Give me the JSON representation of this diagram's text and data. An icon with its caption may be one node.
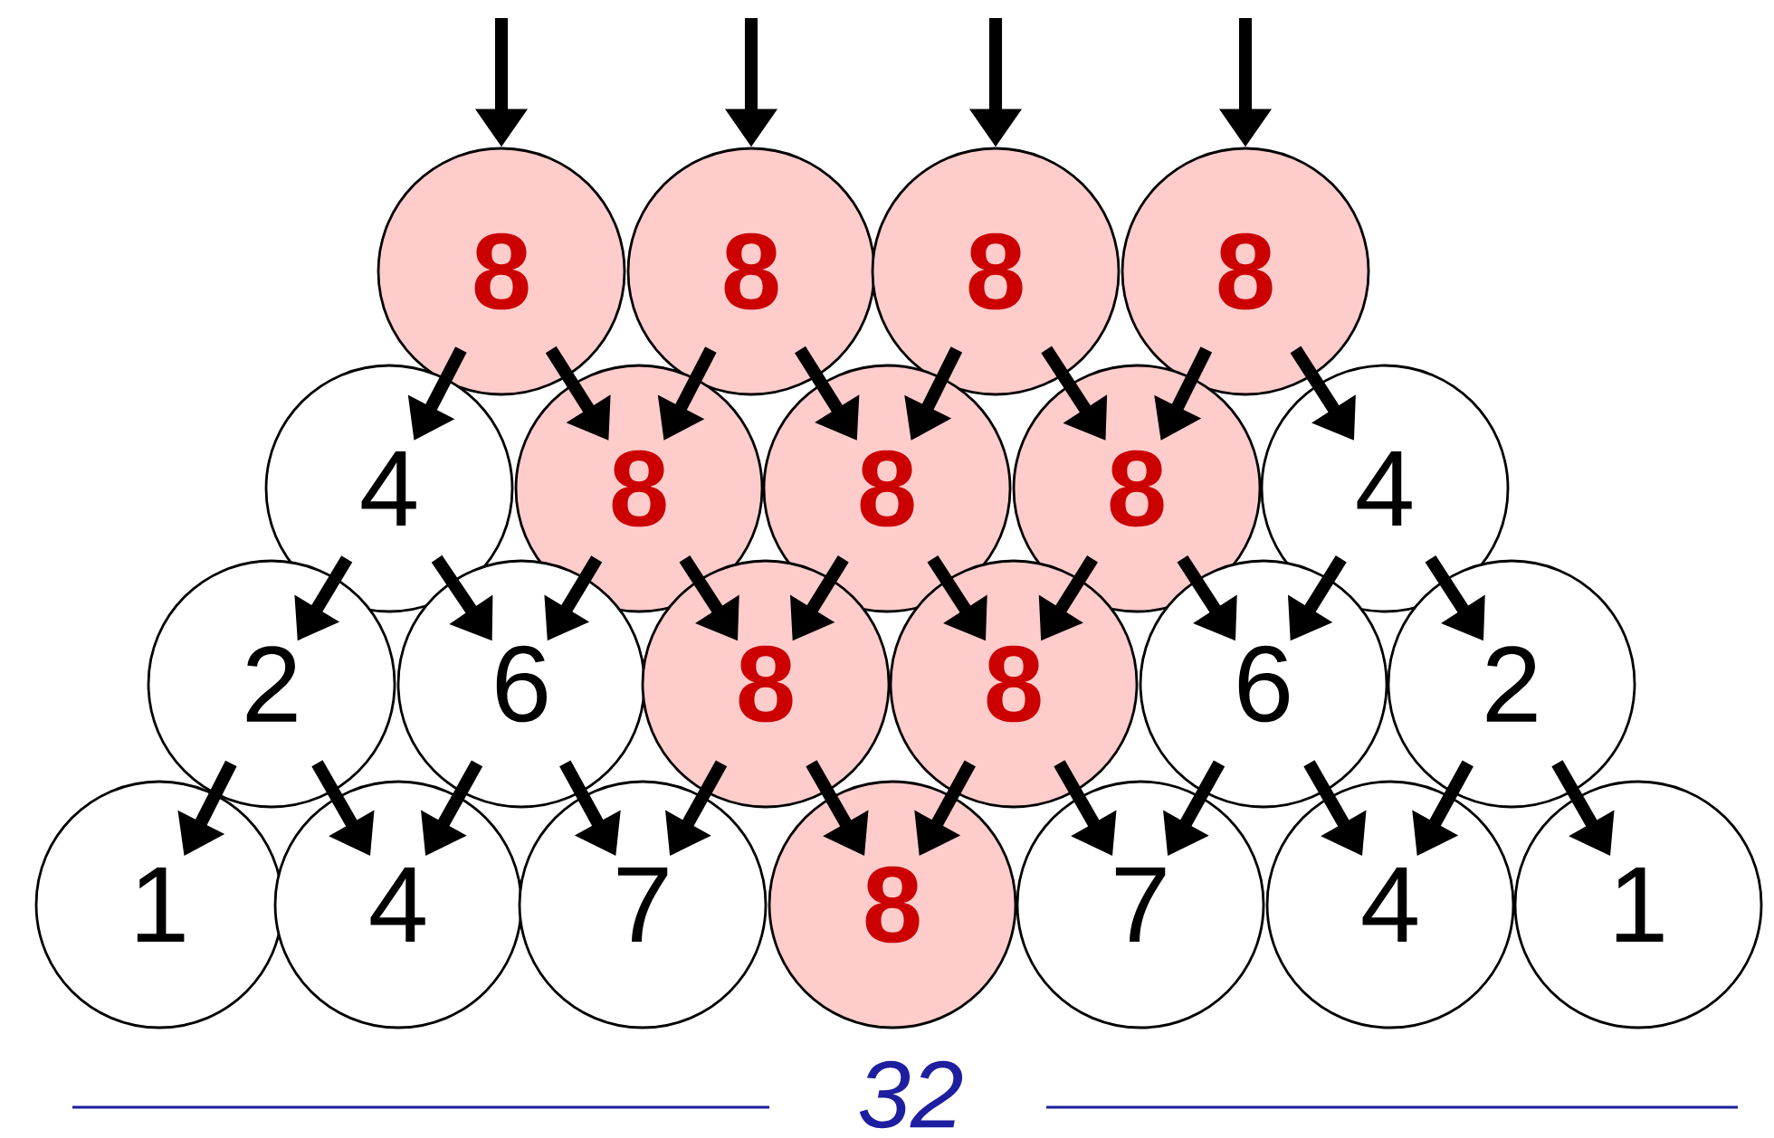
{
  "diagram": {
    "nodes": [
      {
        "text": [
          "8"
        ]
      },
      {
        "text": [
          "8"
        ]
      },
      {
        "text": [
          "8"
        ]
      },
      {
        "text": [
          "8"
        ]
      },
      {
        "text": [
          "4"
        ]
      },
      {
        "text": [
          "8"
        ]
      },
      {
        "text": [
          "8"
        ]
      },
      {
        "text": [
          "8"
        ]
      },
      {
        "text": [
          "4"
        ]
      },
      {
        "text": [
          "2"
        ]
      },
      {
        "text": [
          "6"
        ]
      },
      {
        "text": [
          "8"
        ]
      },
      {
        "text": [
          "8"
        ]
      },
      {
        "text": [
          "6"
        ]
      },
      {
        "text": [
          "2"
        ]
      },
      {
        "text": [
          "1"
        ]
      },
      {
        "text": [
          "4"
        ]
      },
      {
        "text": [
          "7"
        ]
      },
      {
        "text": [
          "8"
        ]
      },
      {
        "text": [
          "7"
        ]
      },
      {
        "text": [
          "4"
        ]
      },
      {
        "text": [
          "1"
        ]
      }
    ],
    "edges": [
      {
        "from": null,
        "to": 0,
        "arrow": "to"
      },
      {
        "from": null,
        "to": 1,
        "arrow": "to"
      },
      {
        "from": null,
        "to": 2,
        "arrow": "to"
      },
      {
        "from": null,
        "to": 3,
        "arrow": "to"
      },
      {
        "from": 0,
        "to": 4,
        "arrow": "to"
      },
      {
        "from": 0,
        "to": 5,
        "arrow": "to"
      },
      {
        "from": 1,
        "to": 5,
        "arrow": "to"
      },
      {
        "from": 1,
        "to": 6,
        "arrow": "to"
      },
      {
        "from": 2,
        "to": 6,
        "arrow": "to"
      },
      {
        "from": 2,
        "to": 7,
        "arrow": "to"
      },
      {
        "from": 3,
        "to": 7,
        "arrow": "to"
      },
      {
        "from": 3,
        "to": 8,
        "arrow": "to"
      },
      {
        "from": 4,
        "to": 9,
        "arrow": "to"
      },
      {
        "from": 4,
        "to": 10,
        "arrow": "to"
      },
      {
        "from": 5,
        "to": 10,
        "arrow": "to"
      },
      {
        "from": 5,
        "to": 11,
        "arrow": "to"
      },
      {
        "from": 6,
        "to": 11,
        "arrow": "to"
      },
      {
        "from": 6,
        "to": 12,
        "arrow": "to"
      },
      {
        "from": 7,
        "to": 12,
        "arrow": "to"
      },
      {
        "from": 7,
        "to": 13,
        "arrow": "to"
      },
      {
        "from": 8,
        "to": 13,
        "arrow": "to"
      },
      {
        "from": 8,
        "to": 14,
        "arrow": "to"
      },
      {
        "from": 9,
        "to": 15,
        "arrow": "to"
      },
      {
        "from": 9,
        "to": 16,
        "arrow": "to"
      },
      {
        "from": 10,
        "to": 16,
        "arrow": "to"
      },
      {
        "from": 10,
        "to": 17,
        "arrow": "to"
      },
      {
        "from": 11,
        "to": 17,
        "arrow": "to"
      },
      {
        "from": 11,
        "to": 18,
        "arrow": "to"
      },
      {
        "from": 12,
        "to": 18,
        "arrow": "to"
      },
      {
        "from": 12,
        "to": 19,
        "arrow": "to"
      },
      {
        "from": 13,
        "to": 19,
        "arrow": "to"
      },
      {
        "from": 13,
        "to": 20,
        "arrow": "to"
      },
      {
        "from": 14,
        "to": 20,
        "arrow": "to"
      },
      {
        "from": 14,
        "to": 21,
        "arrow": "to"
      }
    ],
    "labels": [
      "32"
    ]
  }
}
